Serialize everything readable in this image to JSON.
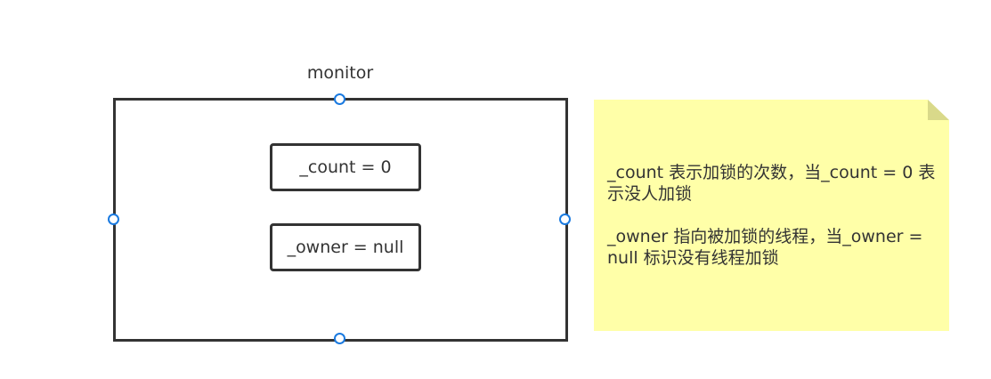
{
  "monitor": {
    "label": "monitor",
    "fields": {
      "count": "_count = 0",
      "owner": "_owner = null"
    }
  },
  "note": {
    "paragraphs": [
      "_count 表示加锁的次数，当_count = 0 表示没人加锁",
      "_owner 指向被加锁的线程，当_owner = null 标识没有线程加锁"
    ]
  },
  "colors": {
    "stroke": "#333333",
    "handle": "#1a7ae0",
    "note_fill": "#ffffa8",
    "note_fold": "#d9d98a"
  }
}
